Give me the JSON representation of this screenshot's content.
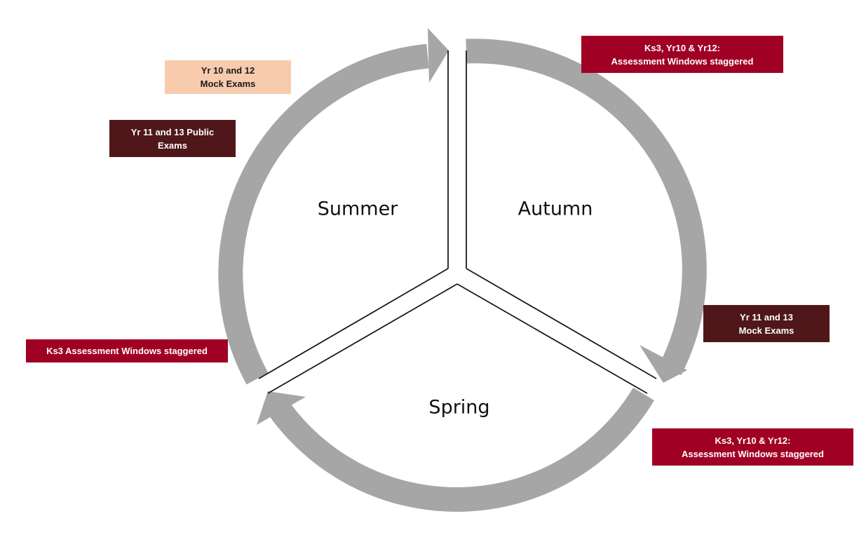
{
  "seasons": {
    "summer": "Summer",
    "autumn": "Autumn",
    "spring": "Spring"
  },
  "labels": {
    "autumn_start": {
      "line1": "Ks3, Yr10 & Yr12:",
      "line2": "Assessment Windows staggered"
    },
    "autumn_end": {
      "line1": "Yr 11 and 13",
      "line2": "Mock Exams"
    },
    "spring_start": {
      "line1": "Ks3, Yr10 & Yr12:",
      "line2": "Assessment Windows staggered"
    },
    "spring_end": {
      "line1": "Ks3 Assessment Windows staggered"
    },
    "summer_public": {
      "line1": "Yr 11 and 13 Public",
      "line2": "Exams"
    },
    "summer_mock": {
      "line1": "Yr 10 and 12",
      "line2": "Mock Exams"
    }
  },
  "colors": {
    "arrow": "#a6a6a6",
    "divider": "#1a1a1a",
    "red": "#a00024",
    "dark": "#4f1719",
    "peach": "#f8cbad"
  }
}
